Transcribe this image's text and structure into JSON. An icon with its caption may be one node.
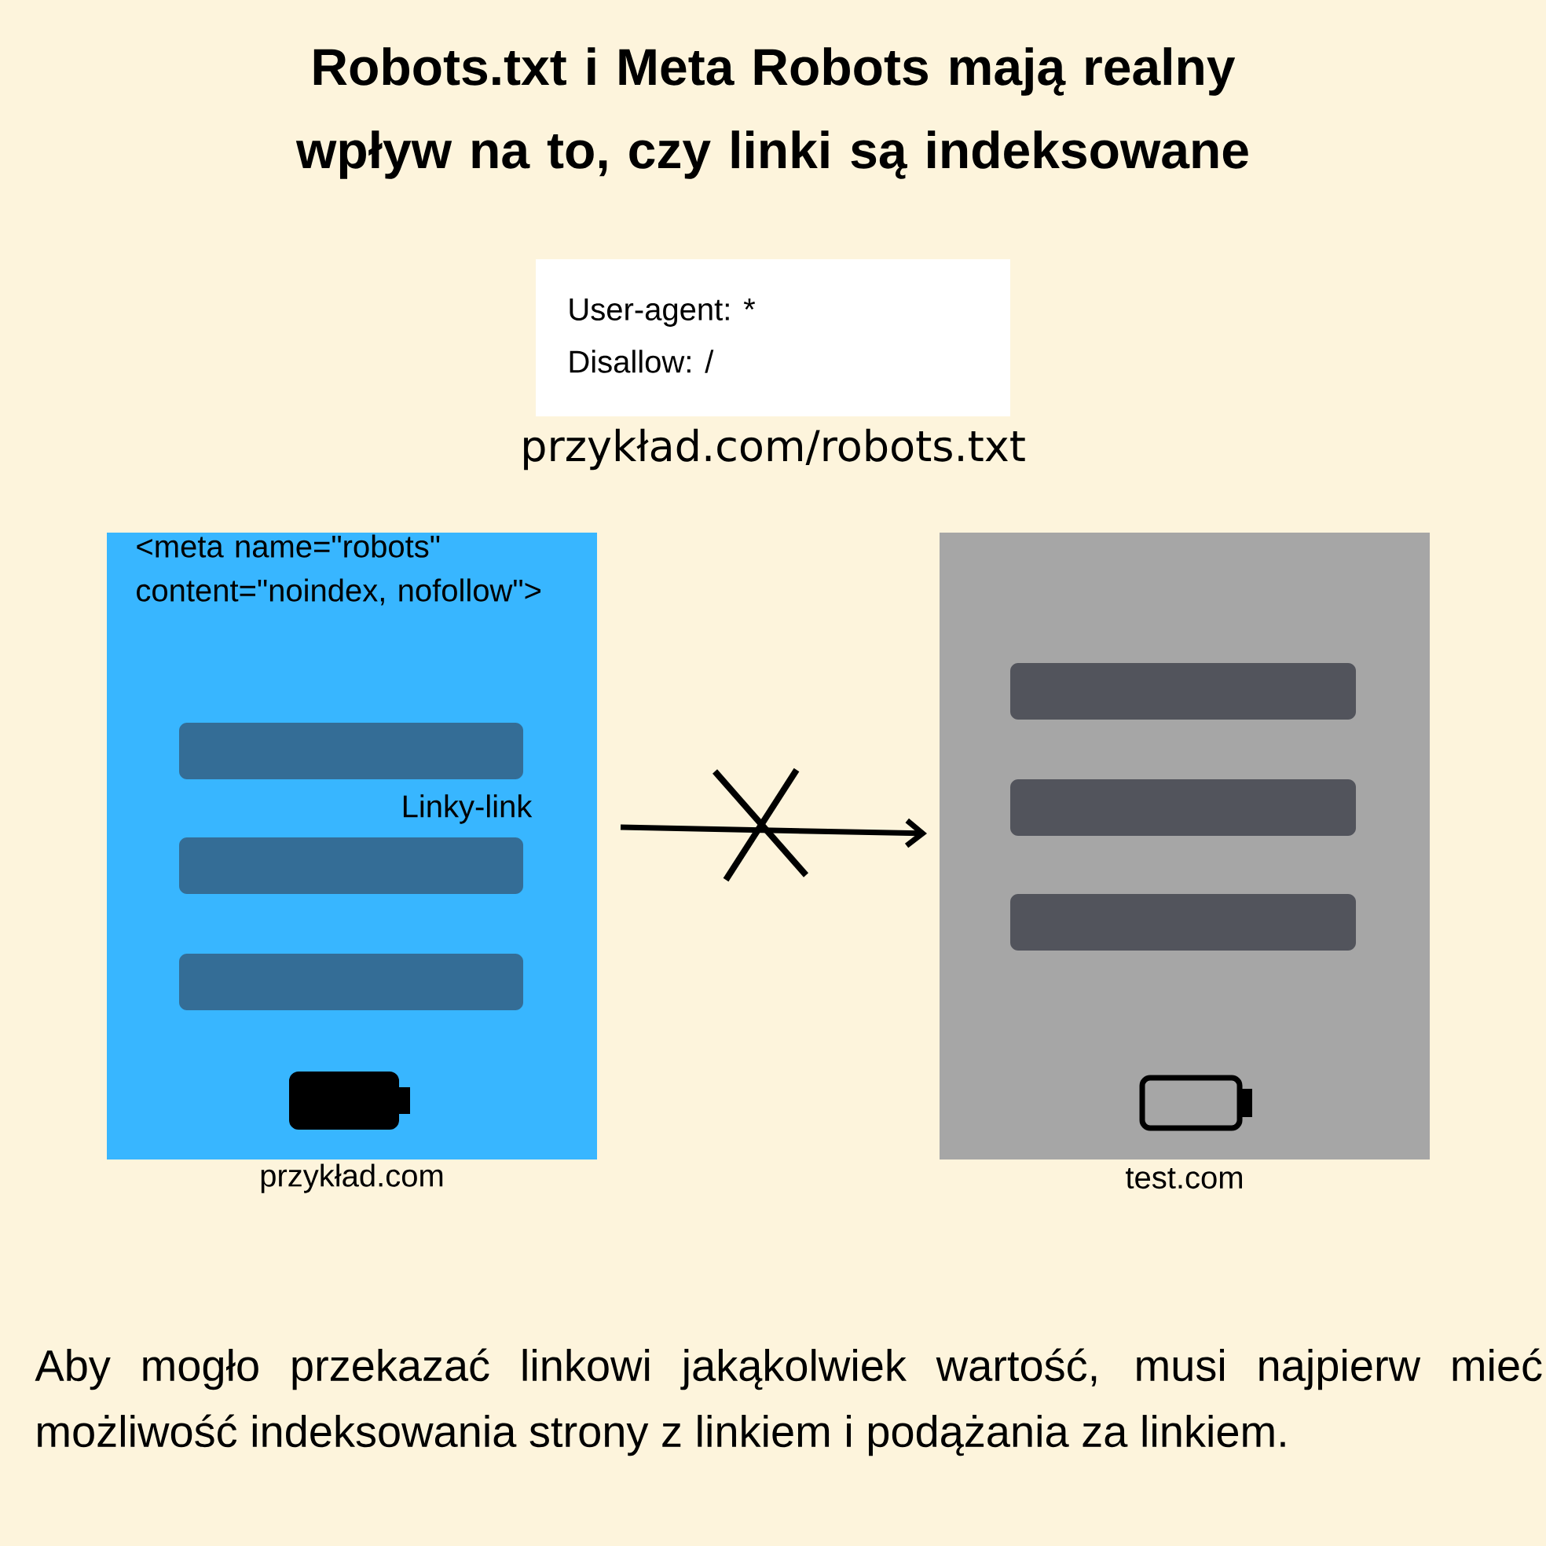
{
  "diagram": {
    "title": "Robots.txt i Meta Robots mają realny wpływ na to, czy linki są indeksowane",
    "caption": "Aby mogło przekazać linkowi jakąkolwiek wartość, musi najpierw mieć możliwość indeksowania strony z linkiem i podążania za linkiem.",
    "nodes": [
      {
        "text": [
          "User-agent: *",
          "Disallow: /"
        ],
        "beside": [
          "przykład.com/robots.txt"
        ]
      },
      {
        "text": [
          "<meta name=\"robots\" content=\"noindex, nofollow\">"
        ],
        "beside": [
          "przykład.com"
        ]
      },
      {
        "text": [],
        "shape": "bar",
        "in": 1
      },
      {
        "text": [],
        "shape": "bar",
        "in": 1
      },
      {
        "text": [],
        "shape": "bar",
        "in": 1
      },
      {
        "text": [],
        "shape": "box",
        "beside": [
          "test.com"
        ]
      },
      {
        "text": [],
        "shape": "bar",
        "in": 5
      },
      {
        "text": [],
        "shape": "bar",
        "in": 5
      },
      {
        "text": [],
        "shape": "bar",
        "in": 5
      }
    ],
    "edges": [
      {
        "from": 1,
        "to": 5,
        "arrow": "to"
      }
    ],
    "labels": [
      "Linky-link"
    ]
  }
}
